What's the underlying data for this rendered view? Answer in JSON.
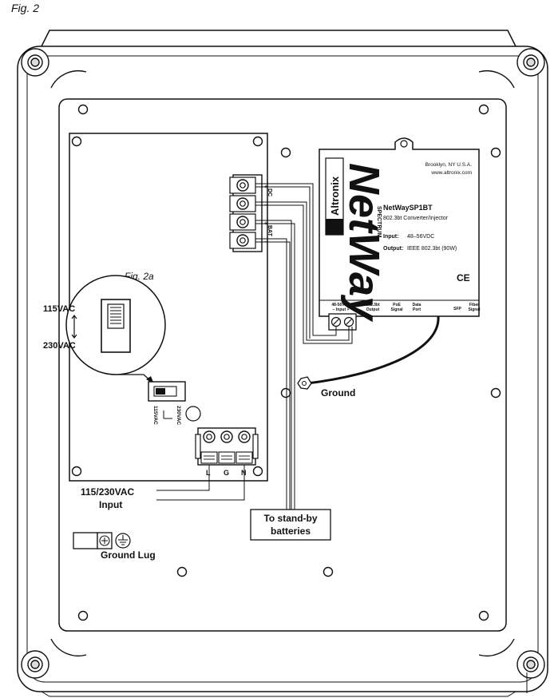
{
  "figure": {
    "label": "Fig. 2",
    "sub_label": "Fig. 2a"
  },
  "voltage_switch": {
    "upper": "115VAC",
    "lower": "230VAC",
    "small_upper": "115VAC",
    "small_lower": "230VAC"
  },
  "terminals": {
    "dc": "DC",
    "bat": "BAT",
    "plus": "+",
    "minus": "−",
    "ac_L": "L",
    "ac_G": "G",
    "ac_N": "N"
  },
  "module": {
    "brand": "Altronix",
    "product_logo": "NetWay",
    "product_sub": "SPECTRUM",
    "address_line1": "Brooklyn, NY U.S.A.",
    "address_line2": "www.altronix.com",
    "model": "NetWaySP1BT",
    "description": "802.3bt Converter/Injector",
    "input_label": "Input:",
    "input_value": "48–56VDC",
    "output_label": "Output:",
    "output_value": "IEEE 802.3bt (90W)",
    "ce_mark": "CE",
    "ports": [
      {
        "line1": "48-56VDC",
        "line2": "− Input +"
      },
      {
        "line1": "802.3bt",
        "line2": "Output"
      },
      {
        "line1": "PoE",
        "line2": "Signal"
      },
      {
        "line1": "Data",
        "line2": "Port"
      },
      {
        "line1": "SFP",
        "line2": ""
      },
      {
        "line1": "Fiber",
        "line2": "Signal"
      }
    ]
  },
  "callouts": {
    "ground": "Ground",
    "ac_input_line1": "115/230VAC",
    "ac_input_line2": "Input",
    "batteries_line1": "To stand-by",
    "batteries_line2": "batteries",
    "ground_lug": "Ground Lug"
  },
  "colors": {
    "line": "#111111",
    "background": "#ffffff"
  }
}
